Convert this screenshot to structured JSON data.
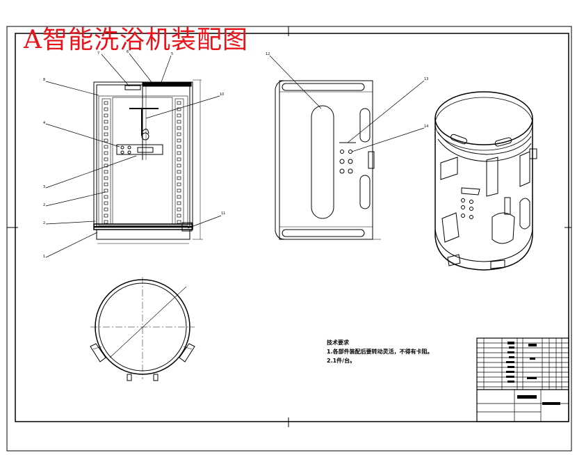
{
  "title": "A智能洗浴机装配图",
  "technical_requirements": {
    "heading": "技术要求",
    "items": [
      "1.各部件装配后要转动灵活，不得有卡阻。",
      "2.1件/台。"
    ]
  },
  "colors": {
    "title": "#e8141a",
    "line": "#000000",
    "paper": "#ffffff"
  }
}
